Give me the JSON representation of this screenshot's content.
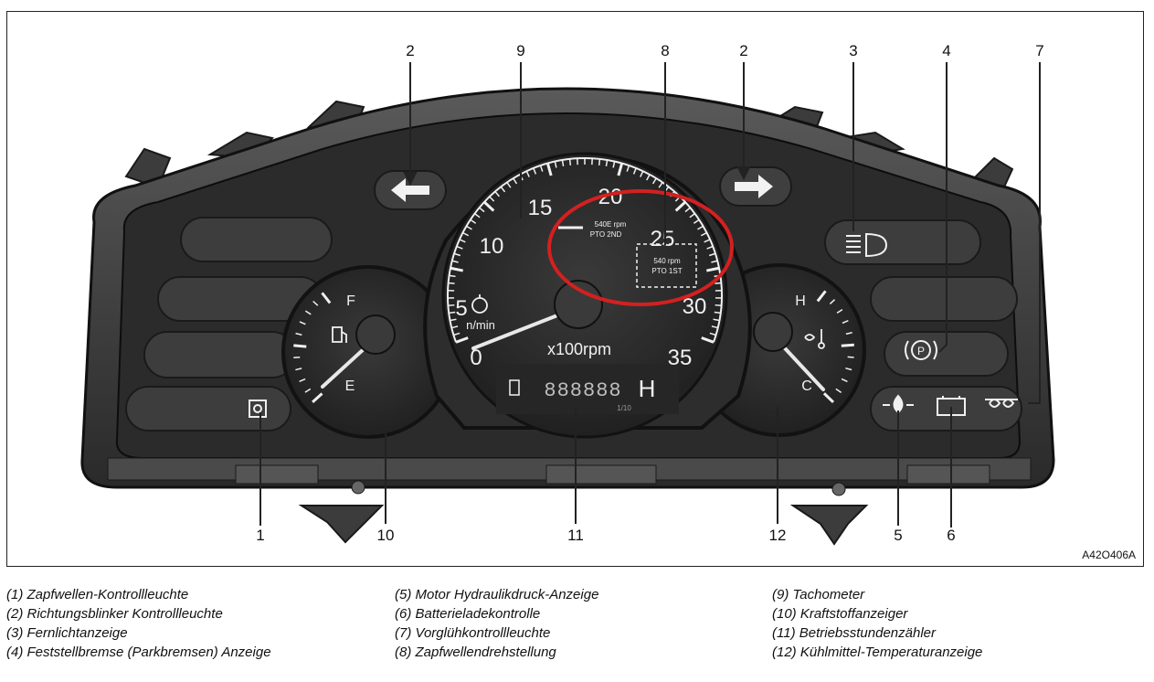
{
  "figure": {
    "code": "A42O406A",
    "callouts": [
      {
        "key": "c2a",
        "text": "2"
      },
      {
        "key": "c9",
        "text": "9"
      },
      {
        "key": "c8",
        "text": "8"
      },
      {
        "key": "c2b",
        "text": "2"
      },
      {
        "key": "c3",
        "text": "3"
      },
      {
        "key": "c4",
        "text": "4"
      },
      {
        "key": "c7",
        "text": "7"
      },
      {
        "key": "c1",
        "text": "1"
      },
      {
        "key": "c10",
        "text": "10"
      },
      {
        "key": "c11",
        "text": "11"
      },
      {
        "key": "c12",
        "text": "12"
      },
      {
        "key": "c5",
        "text": "5"
      },
      {
        "key": "c6",
        "text": "6"
      }
    ],
    "dash": {
      "tach_numbers": [
        "0",
        "5",
        "10",
        "15",
        "20",
        "25",
        "30",
        "35"
      ],
      "tach_unit": "x100rpm",
      "engine_unit": "n/min",
      "pto_2nd_line1": "540E rpm",
      "pto_2nd_line2": "PTO 2ND",
      "pto_1st_line1": "540 rpm",
      "pto_1st_line2": "PTO 1ST",
      "hour_suffix": "H",
      "hour_digits": "888888",
      "hour_small": "1/10",
      "fuel_full": "F",
      "fuel_empty": "E",
      "temp_hot": "H",
      "temp_cold": "C"
    }
  },
  "legend": {
    "col1": [
      "(1) Zapfwellen-Kontrollleuchte",
      "(2) Richtungsblinker Kontrollleuchte",
      "(3) Fernlichtanzeige",
      "(4) Feststellbremse (Parkbremsen) Anzeige"
    ],
    "col2": [
      "(5) Motor Hydraulikdruck-Anzeige",
      "(6) Batterieladekontrolle",
      "(7) Vorglühkontrollleuchte",
      "(8) Zapfwellendrehstellung"
    ],
    "col3": [
      " (9) Tachometer",
      "(10) Kraftstoffanzeiger",
      "(11) Betriebsstundenzähler",
      "(12) Kühlmittel-Temperaturanzeige"
    ]
  },
  "colors": {
    "housing": "#3a3a3a",
    "face": "#2c2c2c",
    "markings": "#f0f0f0",
    "highlight_ring": "#d42020"
  }
}
